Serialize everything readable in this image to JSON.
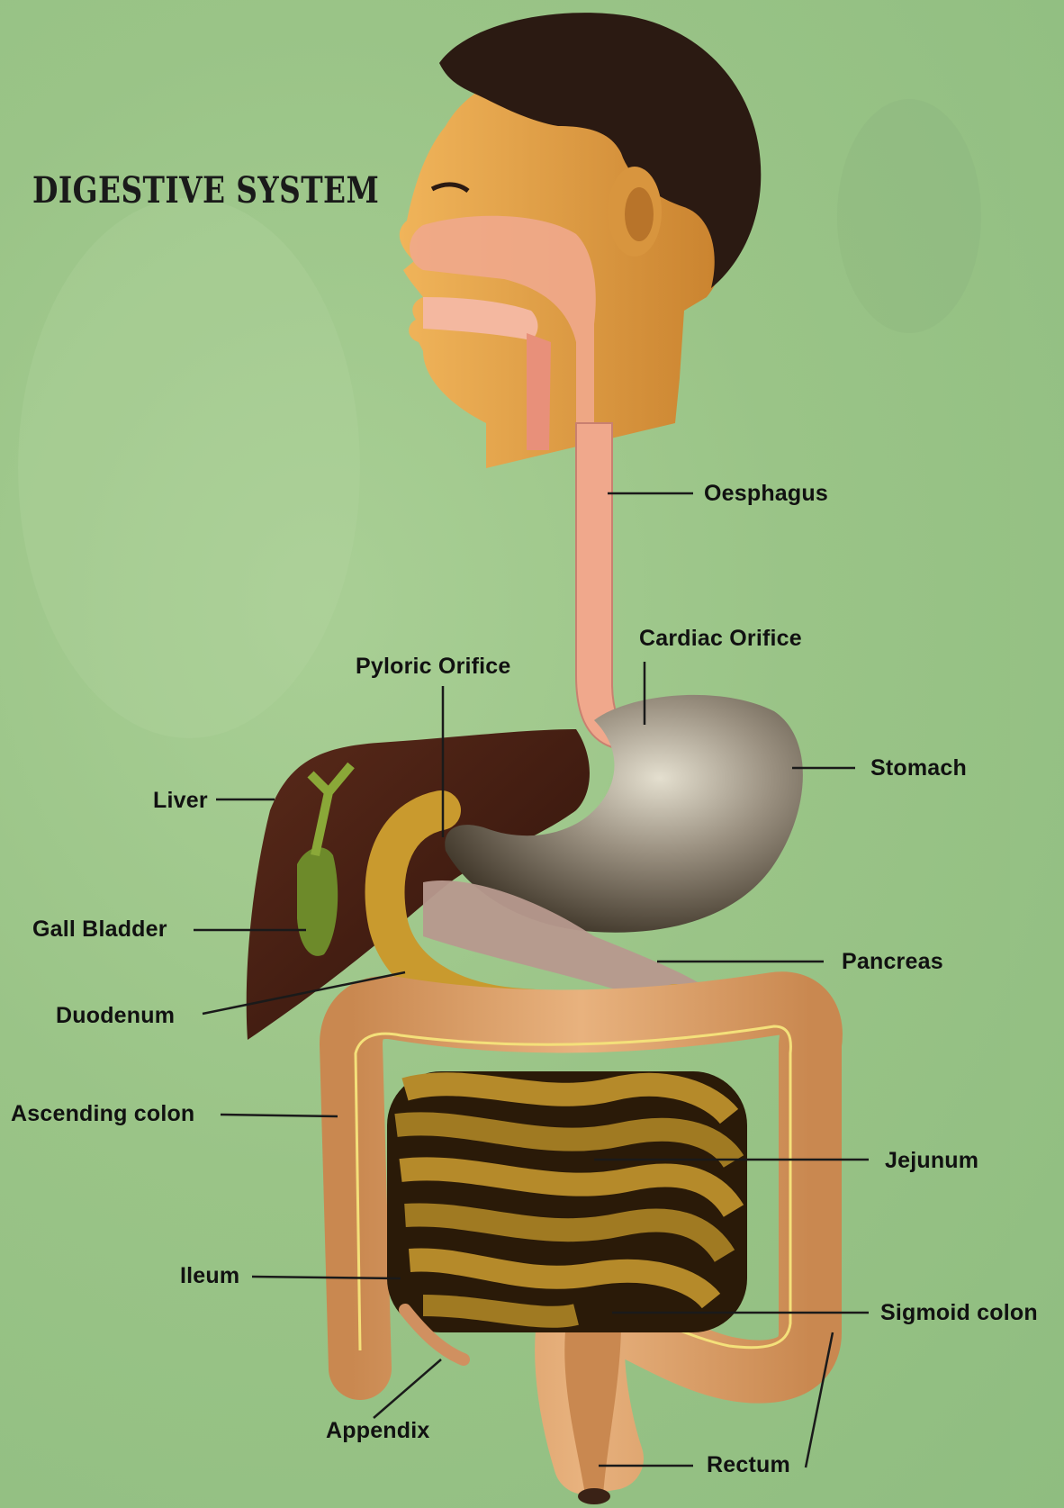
{
  "title": "DIGESTIVE SYSTEM",
  "labels": {
    "oesophagus": "Oesphagus",
    "pyloric_orifice": "Pyloric  Orifice",
    "cardiac_orifice": "Cardiac Orifice",
    "stomach": "Stomach",
    "liver": "Liver",
    "gall_bladder": "Gall   Bladder",
    "pancreas": "Pancreas",
    "duodenum": "Duodenum",
    "ascending_colon": "Ascending colon",
    "jejunum": "Jejunum",
    "ileum": "Ileum",
    "sigmoid_colon": "Sigmoid colon",
    "appendix": "Appendix",
    "rectum": "Rectum"
  },
  "colors": {
    "background": "#9cc48a",
    "skin": "#e8a64a",
    "hair": "#2b1a12",
    "oesophagus": "#f0a88c",
    "liver": "#4a1f14",
    "stomach": "#8a8070",
    "intestine": "#b58a2a",
    "colon": "#dca06e",
    "gall_bladder": "#6d8a2a"
  }
}
